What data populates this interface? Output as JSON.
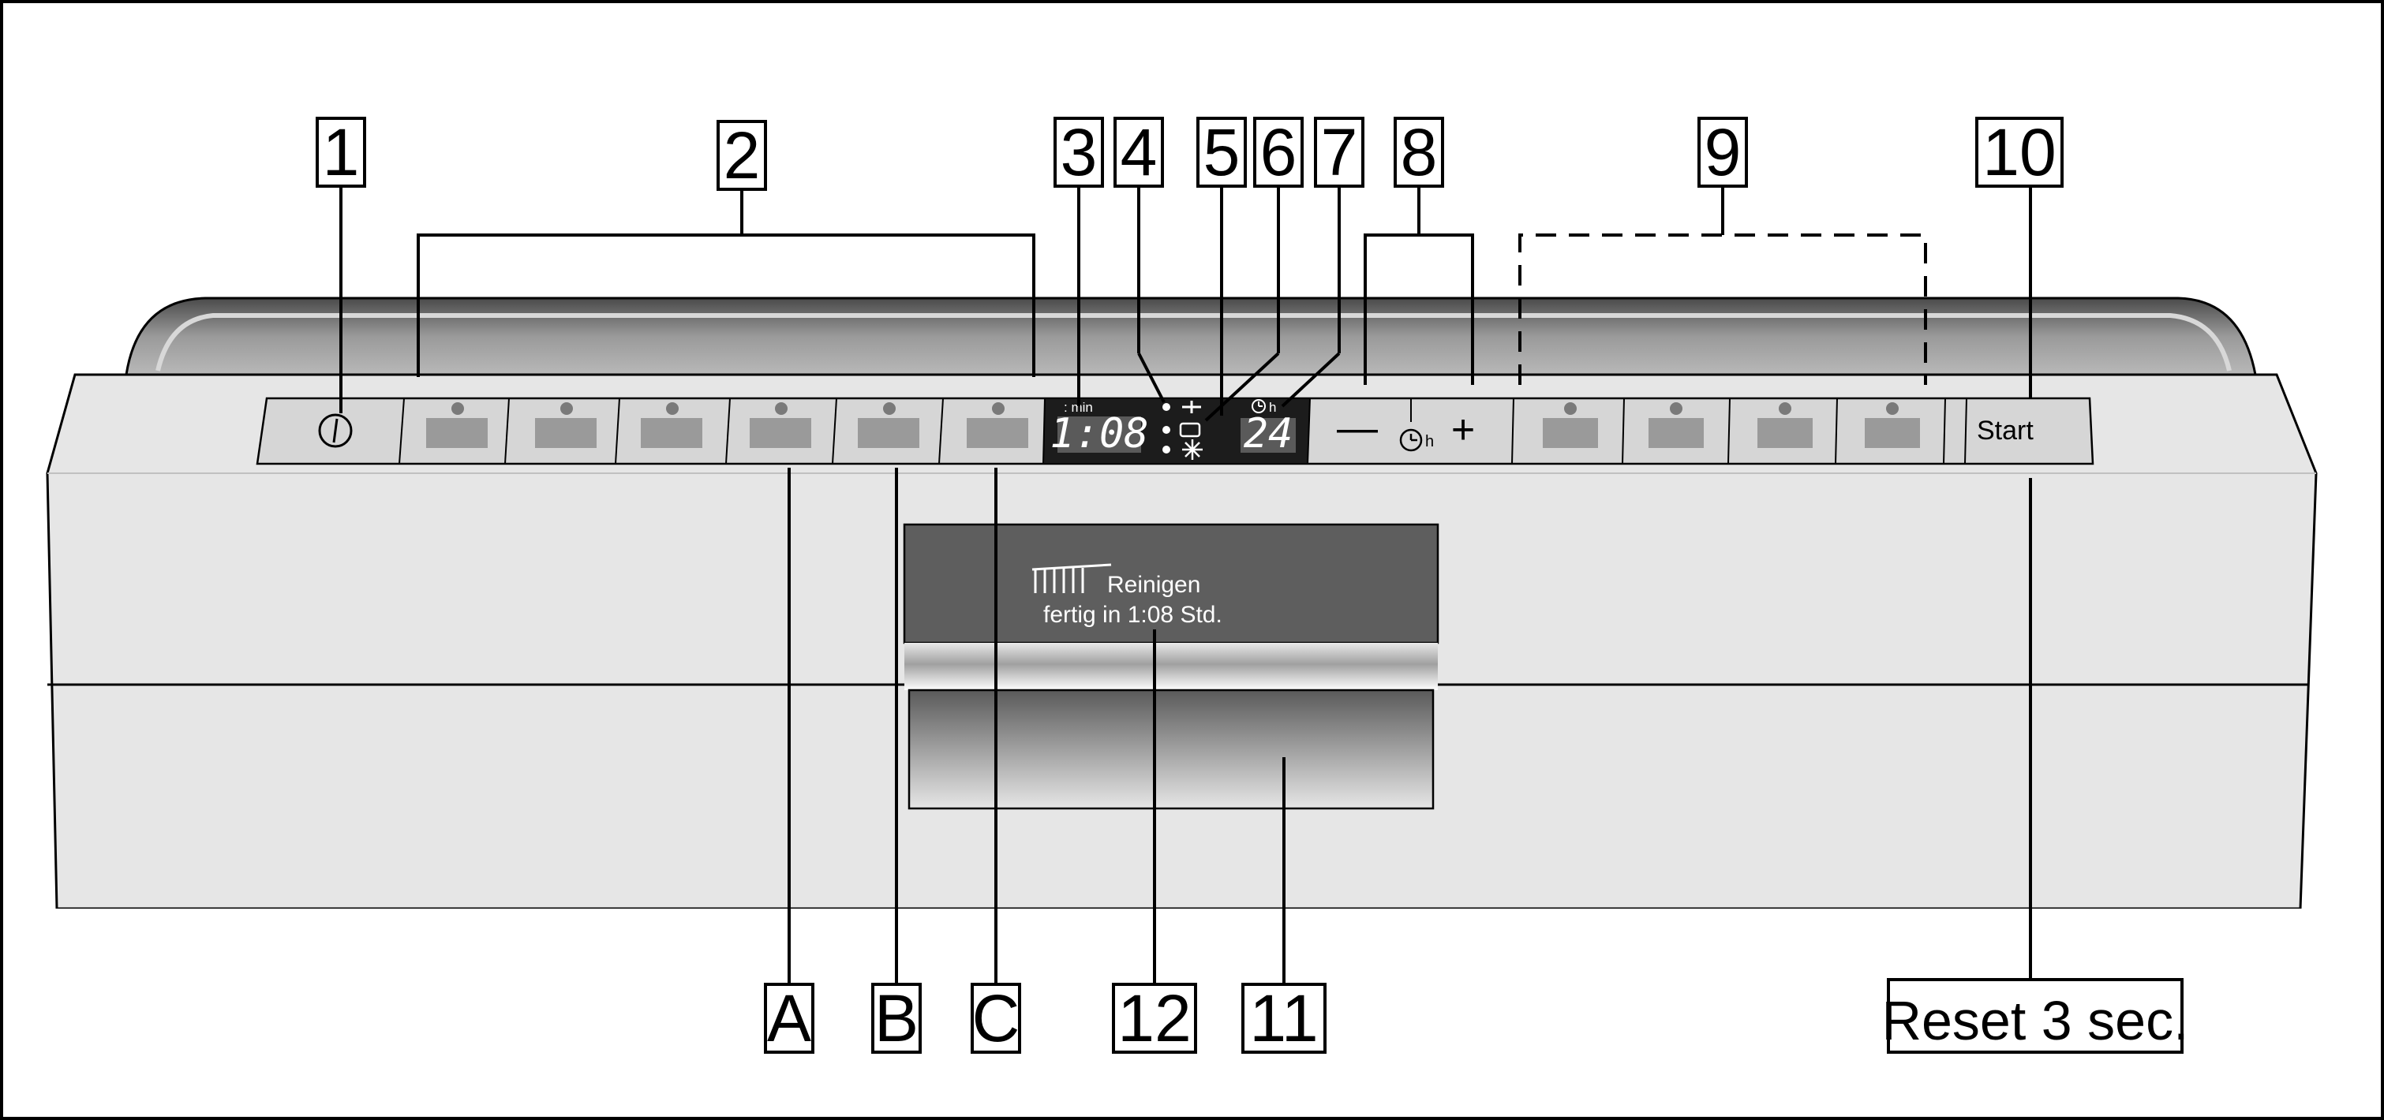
{
  "callouts": {
    "n1": "1",
    "n2": "2",
    "n3": "3",
    "n4": "4",
    "n5": "5",
    "n6": "6",
    "n7": "7",
    "n8": "8",
    "n9": "9",
    "n10": "10",
    "n11": "11",
    "n12": "12",
    "a": "A",
    "b": "B",
    "c": "C",
    "reset": "Reset 3 sec."
  },
  "panel": {
    "min_label": ": min",
    "time_display": "1:08",
    "hours_label": "h",
    "hours_display": "24",
    "minus": "—",
    "plus": "+",
    "clock_h": "h",
    "start_label": "Start",
    "program_buttons_count": 6,
    "option_buttons_count": 4
  },
  "screen": {
    "line1": "Reinigen",
    "line2": "fertig in 1:08 Std."
  },
  "icons": [
    "power-icon",
    "rinse-aid-icon",
    "salt-icon",
    "service-icon",
    "timer-icon",
    "brush-icon"
  ]
}
